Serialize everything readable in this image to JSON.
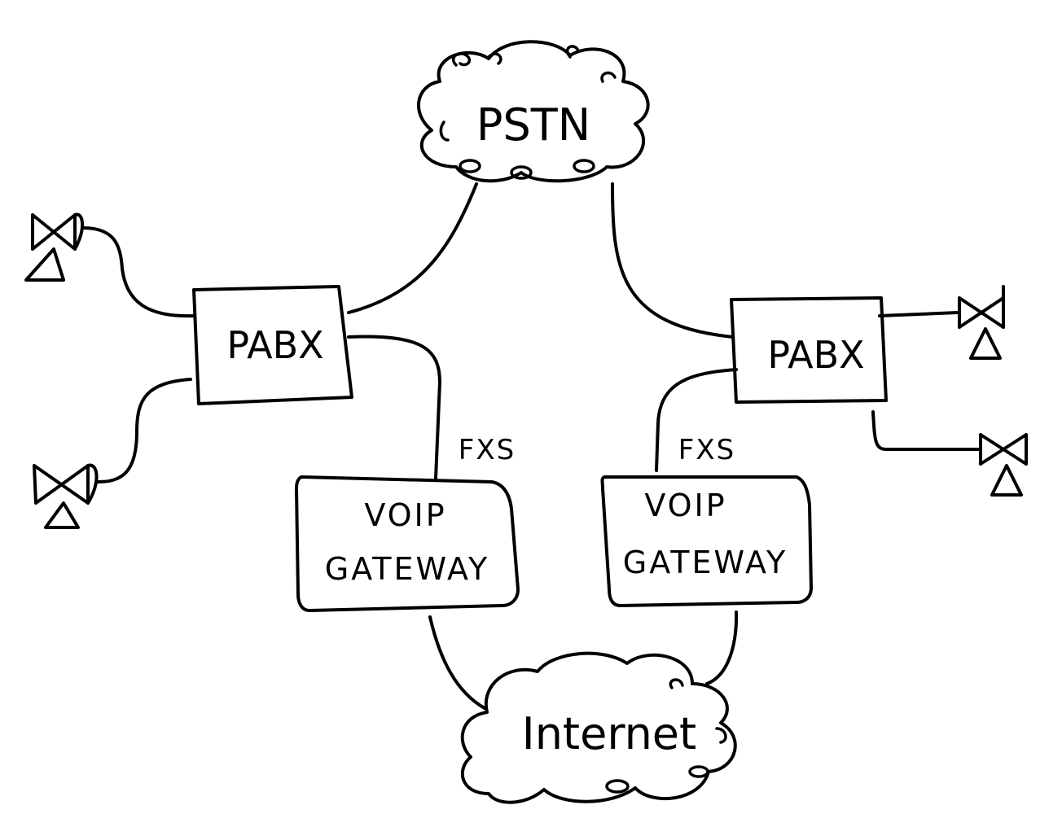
{
  "diagram": {
    "clouds": {
      "pstn": "PSTN",
      "internet": "Internet"
    },
    "pabx_left": "PABX",
    "pabx_right": "PABX",
    "gateway_left": {
      "line1": "VOIP",
      "line2": "GATEWAY"
    },
    "gateway_right": {
      "line1": "VOIP",
      "line2": "GATEWAY"
    },
    "fxs_left": "FXS",
    "fxs_right": "FXS",
    "phone_icon": "telephone-icon"
  }
}
